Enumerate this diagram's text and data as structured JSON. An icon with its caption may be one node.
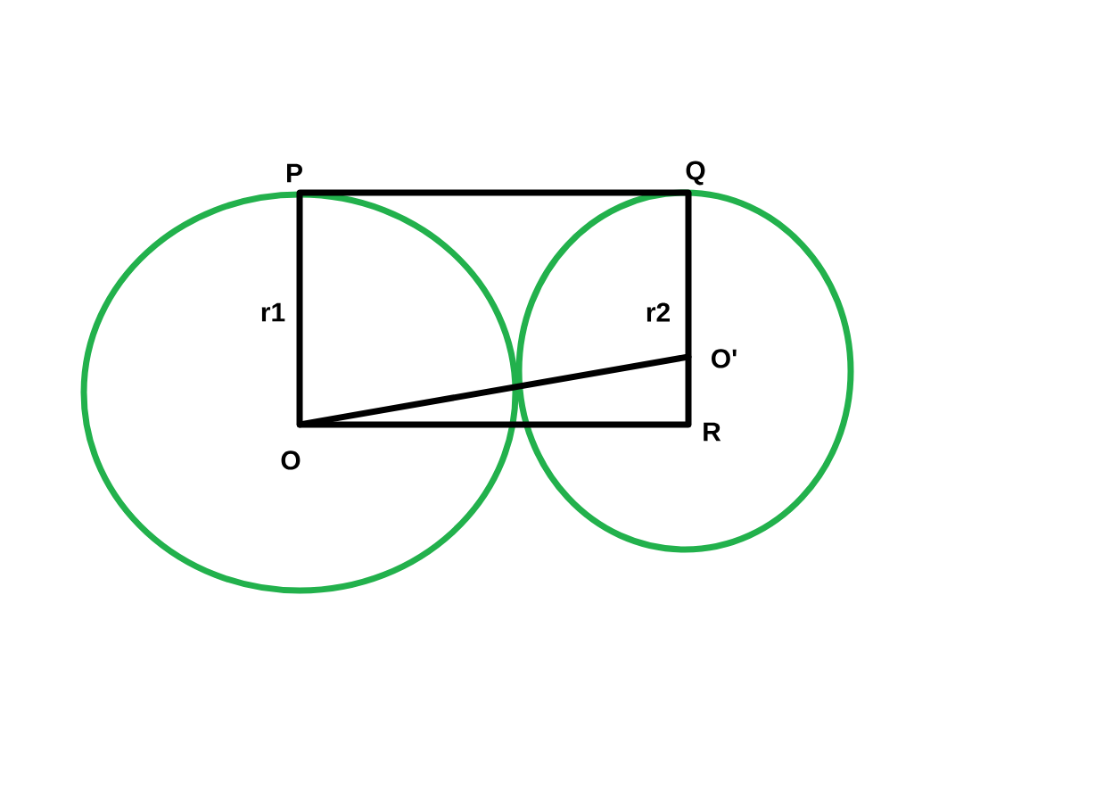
{
  "diagram": {
    "nodes": [
      {
        "text": [
          "P"
        ]
      },
      {
        "text": [
          "Q"
        ]
      },
      {
        "text": [
          "O"
        ]
      },
      {
        "text": [
          "O'"
        ]
      },
      {
        "text": [
          "R"
        ]
      }
    ],
    "edges": [
      {
        "from": 0,
        "to": 1,
        "arrow": "none"
      },
      {
        "from": 0,
        "to": 2,
        "arrow": "none",
        "label": "r1"
      },
      {
        "from": 1,
        "to": 3,
        "arrow": "none",
        "label": "r2"
      },
      {
        "from": 3,
        "to": 4,
        "arrow": "none"
      },
      {
        "from": 2,
        "to": 4,
        "arrow": "none"
      },
      {
        "from": 2,
        "to": 3,
        "arrow": "none"
      }
    ]
  }
}
